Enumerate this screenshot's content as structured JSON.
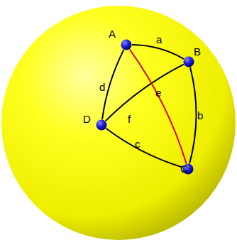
{
  "diagram": {
    "nodes": [
      {
        "text": [
          "A"
        ]
      },
      {
        "text": [
          "B"
        ]
      },
      {
        "text": [
          "D"
        ]
      },
      {
        "text": [
          "C"
        ]
      }
    ],
    "edges": [
      {
        "from": 0,
        "to": 1,
        "label": "a",
        "arrow": "none"
      },
      {
        "from": 1,
        "to": 3,
        "label": "b",
        "arrow": "none"
      },
      {
        "from": 2,
        "to": 3,
        "label": "c",
        "arrow": "none"
      },
      {
        "from": 0,
        "to": 2,
        "label": "d",
        "arrow": "none"
      },
      {
        "from": 2,
        "to": 1,
        "label": "e",
        "arrow": "none"
      },
      {
        "from": 0,
        "to": 3,
        "label": "f",
        "arrow": "none"
      }
    ]
  }
}
